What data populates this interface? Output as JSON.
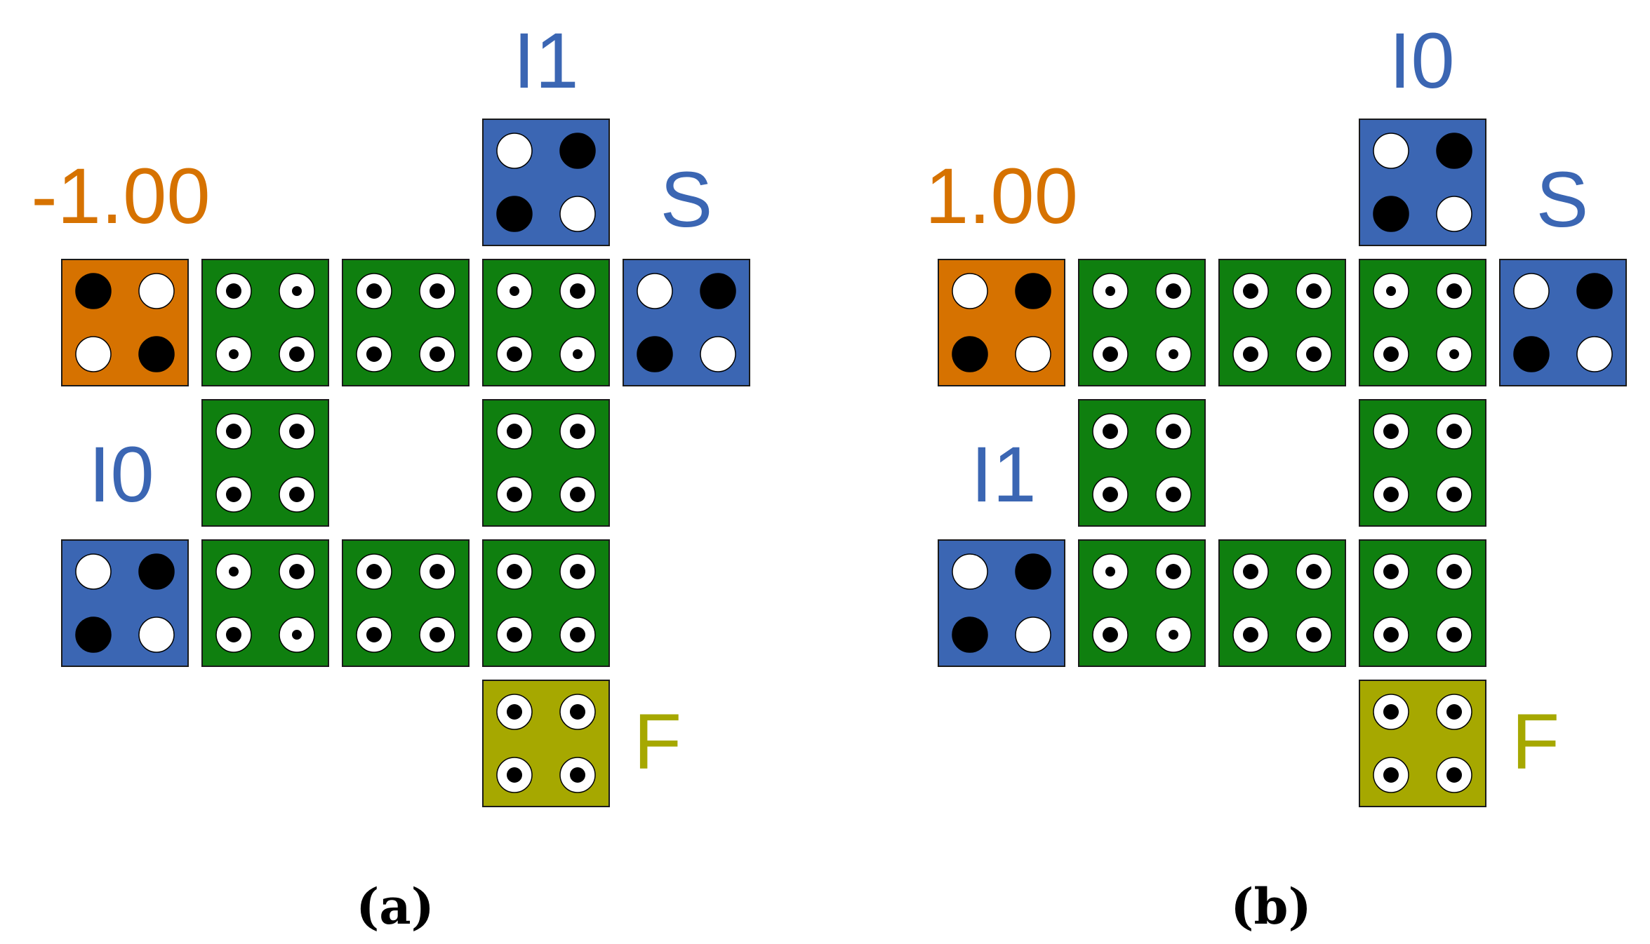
{
  "colors": {
    "orange": "#d67200",
    "blue": "#3b66b3",
    "green": "#0f7f0f",
    "olive": "#a6a800",
    "outline": "#1a1a1a",
    "black": "#000000",
    "white": "#ffffff"
  },
  "panels": [
    {
      "caption": "(a)",
      "labels": {
        "value": "-1.00",
        "top": "I1",
        "right": "S",
        "left": "I0",
        "bottom": "F"
      },
      "cells": [
        {
          "kind": "input",
          "color": "blue",
          "dots": [
            "white",
            "black",
            "black",
            "white"
          ]
        },
        {
          "kind": "input",
          "color": "orange",
          "dots": [
            "black",
            "white",
            "white",
            "black"
          ]
        },
        {
          "kind": "ring",
          "color": "green",
          "dots": [
            "large",
            "small",
            "small",
            "large"
          ]
        },
        {
          "kind": "ring",
          "color": "green",
          "dots": [
            "large",
            "large",
            "large",
            "large"
          ]
        },
        {
          "kind": "ring",
          "color": "green",
          "dots": [
            "small",
            "large",
            "large",
            "small"
          ]
        },
        {
          "kind": "input",
          "color": "blue",
          "dots": [
            "white",
            "black",
            "black",
            "white"
          ]
        },
        {
          "kind": "ring",
          "color": "green",
          "dots": [
            "large",
            "large",
            "large",
            "large"
          ]
        },
        {
          "kind": "ring",
          "color": "green",
          "dots": [
            "large",
            "large",
            "large",
            "large"
          ]
        },
        {
          "kind": "input",
          "color": "blue",
          "dots": [
            "white",
            "black",
            "black",
            "white"
          ]
        },
        {
          "kind": "ring",
          "color": "green",
          "dots": [
            "small",
            "large",
            "large",
            "small"
          ]
        },
        {
          "kind": "ring",
          "color": "green",
          "dots": [
            "large",
            "large",
            "large",
            "large"
          ]
        },
        {
          "kind": "ring",
          "color": "green",
          "dots": [
            "large",
            "large",
            "large",
            "large"
          ]
        },
        {
          "kind": "ring",
          "color": "olive",
          "dots": [
            "large",
            "large",
            "large",
            "large"
          ]
        }
      ]
    },
    {
      "caption": "(b)",
      "labels": {
        "value": "1.00",
        "top": "I0",
        "right": "S",
        "left": "I1",
        "bottom": "F"
      },
      "cells": [
        {
          "kind": "input",
          "color": "blue",
          "dots": [
            "white",
            "black",
            "black",
            "white"
          ]
        },
        {
          "kind": "input",
          "color": "orange",
          "dots": [
            "white",
            "black",
            "black",
            "white"
          ]
        },
        {
          "kind": "ring",
          "color": "green",
          "dots": [
            "small",
            "large",
            "large",
            "small"
          ]
        },
        {
          "kind": "ring",
          "color": "green",
          "dots": [
            "large",
            "large",
            "large",
            "large"
          ]
        },
        {
          "kind": "ring",
          "color": "green",
          "dots": [
            "small",
            "large",
            "large",
            "small"
          ]
        },
        {
          "kind": "input",
          "color": "blue",
          "dots": [
            "white",
            "black",
            "black",
            "white"
          ]
        },
        {
          "kind": "ring",
          "color": "green",
          "dots": [
            "large",
            "large",
            "large",
            "large"
          ]
        },
        {
          "kind": "ring",
          "color": "green",
          "dots": [
            "large",
            "large",
            "large",
            "large"
          ]
        },
        {
          "kind": "input",
          "color": "blue",
          "dots": [
            "white",
            "black",
            "black",
            "white"
          ]
        },
        {
          "kind": "ring",
          "color": "green",
          "dots": [
            "small",
            "large",
            "large",
            "small"
          ]
        },
        {
          "kind": "ring",
          "color": "green",
          "dots": [
            "large",
            "large",
            "large",
            "large"
          ]
        },
        {
          "kind": "ring",
          "color": "green",
          "dots": [
            "large",
            "large",
            "large",
            "large"
          ]
        },
        {
          "kind": "ring",
          "color": "olive",
          "dots": [
            "large",
            "large",
            "large",
            "large"
          ]
        }
      ]
    }
  ]
}
